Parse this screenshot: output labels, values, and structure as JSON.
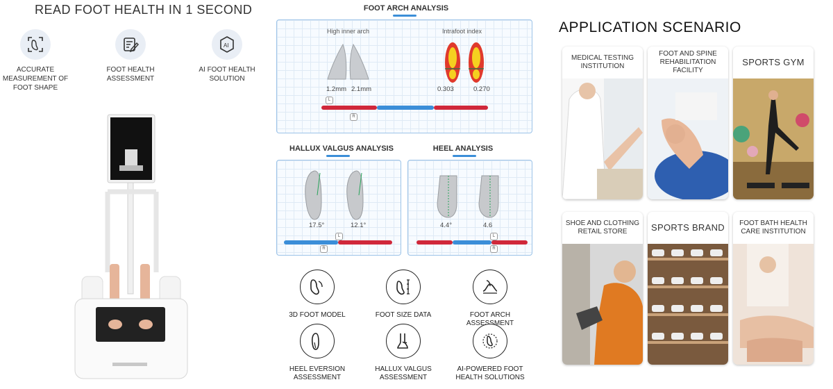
{
  "left": {
    "title": "READ FOOT HEALTH IN 1 SECOND",
    "features": [
      {
        "icon": "scan-foot-icon",
        "label": "ACCURATE MEASUREMENT OF FOOT SHAPE"
      },
      {
        "icon": "clipboard-pen-icon",
        "label": "FOOT HEALTH ASSESSMENT"
      },
      {
        "icon": "ai-chip-icon",
        "label": "AI FOOT HEALTH SOLUTION"
      }
    ]
  },
  "arch": {
    "title": "FOOT ARCH ANALYSIS",
    "left_caption": "High inner arch",
    "right_caption": "Intrafoot index",
    "left_values": [
      "1.2mm",
      "2.1mm"
    ],
    "right_values": [
      "0.303",
      "0.270"
    ],
    "tag_top": "L",
    "tag_bottom": "R"
  },
  "hallux": {
    "title": "HALLUX VALGUS ANALYSIS",
    "values": [
      "17.5°",
      "12.1°"
    ],
    "tag_top": "L",
    "tag_bottom": "R"
  },
  "heel": {
    "title": "HEEL ANALYSIS",
    "values": [
      "4.4°",
      "4.6"
    ],
    "tag_top": "L",
    "tag_bottom": "R"
  },
  "icons": [
    {
      "icon": "3d-foot-model-icon",
      "label": "3D FOOT MODEL"
    },
    {
      "icon": "foot-size-icon",
      "label": "FOOT SIZE DATA"
    },
    {
      "icon": "foot-arch-icon",
      "label": "FOOT ARCH ASSESSMENT"
    },
    {
      "icon": "heel-eversion-icon",
      "label": "HEEL EVERSION ASSESSMENT"
    },
    {
      "icon": "hallux-valgus-icon",
      "label": "HALLUX VALGUS ASSESSMENT"
    },
    {
      "icon": "ai-foot-solution-icon",
      "label": "AI-POWERED FOOT HEALTH SOLUTIONS"
    }
  ],
  "scenario": {
    "title": "APPLICATION SCENARIO",
    "cards": [
      {
        "label": "MEDICAL TESTING INSTITUTION",
        "big": false
      },
      {
        "label": "FOOT AND SPINE REHABILITATION FACILITY",
        "big": false
      },
      {
        "label": "SPORTS GYM",
        "big": true
      },
      {
        "label": "SHOE AND CLOTHING RETAIL STORE",
        "big": false
      },
      {
        "label": "SPORTS BRAND",
        "big": true
      },
      {
        "label": "FOOT BATH HEALTH CARE INSTITUTION",
        "big": false
      }
    ]
  },
  "colors": {
    "accent": "#3b8ed8",
    "scale_red": "#d0283a",
    "scale_blue": "#3b8ed8"
  }
}
